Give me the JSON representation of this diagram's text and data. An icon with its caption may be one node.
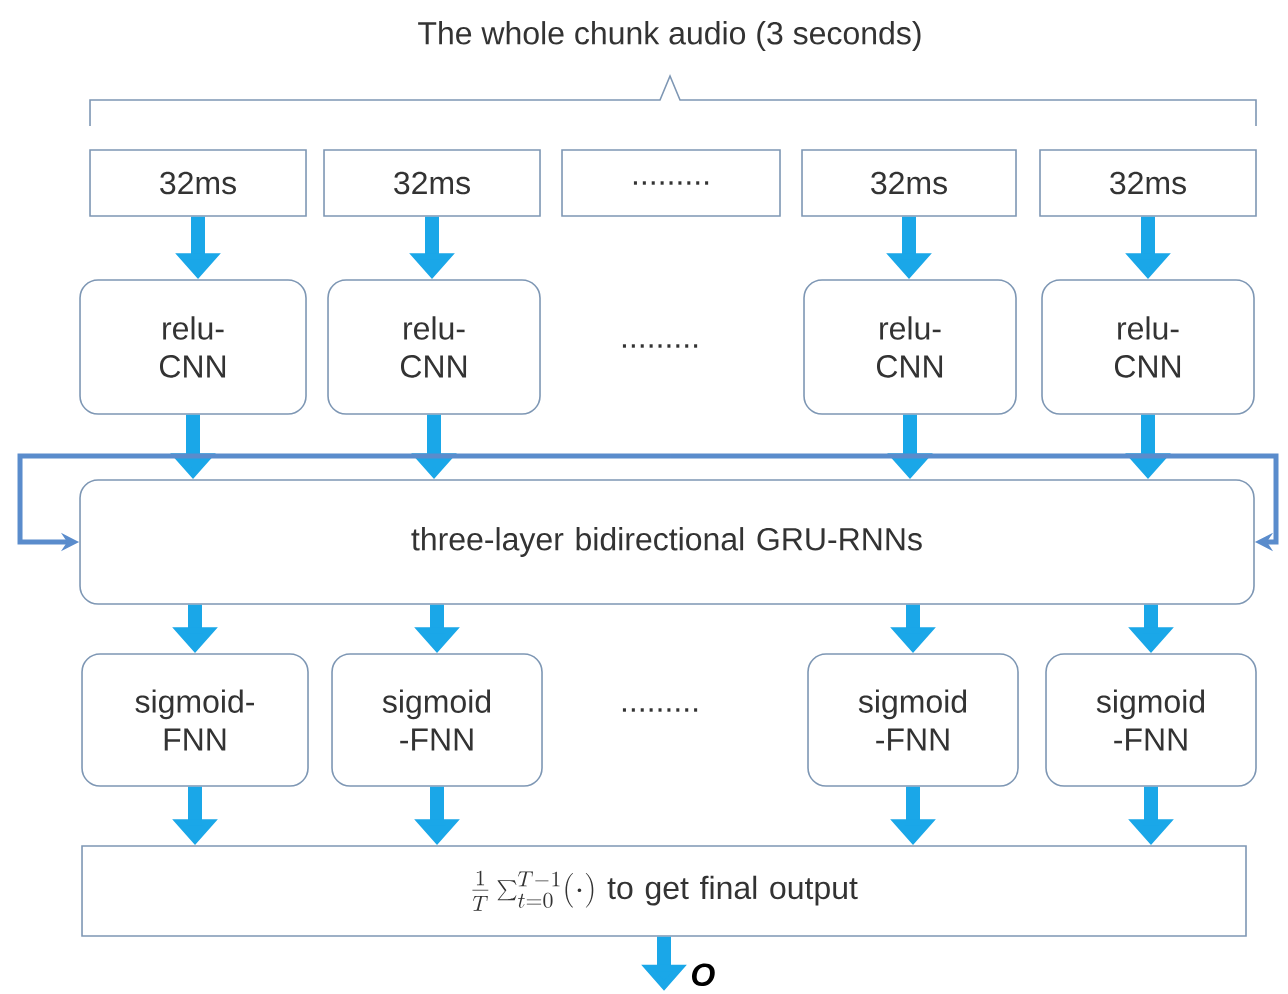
{
  "diagram": {
    "nodes": [
      {
        "text": [
          "32ms"
        ]
      },
      {
        "text": [
          "32ms"
        ]
      },
      {
        "text": [
          "........."
        ]
      },
      {
        "text": [
          "32ms"
        ]
      },
      {
        "text": [
          "32ms"
        ]
      },
      {
        "text": [
          "relu- CNN"
        ]
      },
      {
        "text": [
          "relu- CNN"
        ]
      },
      {
        "text": [
          "relu- CNN"
        ]
      },
      {
        "text": [
          "relu- CNN"
        ]
      },
      {
        "text": [
          "three-layer bidirectional GRU-RNNs"
        ]
      },
      {
        "text": [
          "sigmoid- FNN"
        ]
      },
      {
        "text": [
          "sigmoid -FNN"
        ]
      },
      {
        "text": [
          "sigmoid -FNN"
        ]
      },
      {
        "text": [
          "sigmoid -FNN"
        ]
      },
      {
        "text": [
          "\\frac{1}{T}\\sum_{t=0}^{T-1}(\\cdot)",
          "to get final output"
        ]
      }
    ],
    "edges": [
      {
        "from": 0,
        "to": 5,
        "arrow": "to"
      },
      {
        "from": 1,
        "to": 6,
        "arrow": "to"
      },
      {
        "from": 3,
        "to": 7,
        "arrow": "to"
      },
      {
        "from": 4,
        "to": 8,
        "arrow": "to"
      },
      {
        "from": 5,
        "to": 9,
        "arrow": "to"
      },
      {
        "from": 6,
        "to": 9,
        "arrow": "to"
      },
      {
        "from": 7,
        "to": 9,
        "arrow": "to"
      },
      {
        "from": 8,
        "to": 9,
        "arrow": "to"
      },
      {
        "from": 9,
        "to": 10,
        "arrow": "to"
      },
      {
        "from": 9,
        "to": 11,
        "arrow": "to"
      },
      {
        "from": 9,
        "to": 12,
        "arrow": "to"
      },
      {
        "from": 9,
        "to": 13,
        "arrow": "to"
      },
      {
        "from": 10,
        "to": 14,
        "arrow": "to"
      },
      {
        "from": 11,
        "to": 14,
        "arrow": "to"
      },
      {
        "from": 12,
        "to": 14,
        "arrow": "to"
      },
      {
        "from": 13,
        "to": 14,
        "arrow": "to"
      },
      {
        "from": 14,
        "to": null,
        "arrow": "to",
        "label": "O"
      },
      {
        "from": null,
        "to": 9,
        "arrow": "to",
        "color": "#5a8ccc"
      },
      {
        "from": null,
        "to": 9,
        "arrow": "to",
        "color": "#5a8ccc"
      }
    ],
    "labels": [
      "The whole chunk audio (3 seconds)",
      ".........",
      "........."
    ]
  }
}
